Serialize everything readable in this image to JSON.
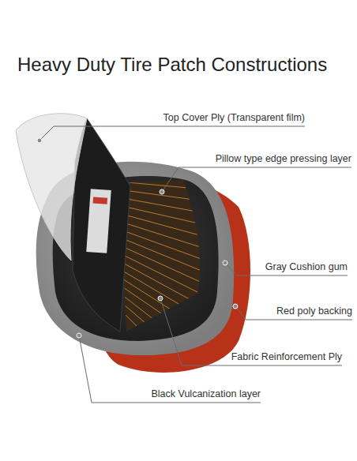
{
  "diagram": {
    "title": "Heavy Duty Tire Patch Constructions",
    "labels": [
      "Top Cover Ply (Transparent film)",
      "Pillow type edge pressing layer",
      "Gray Cushion gum",
      "Red poly backing",
      "Fabric Reinforcement Ply",
      "Black Vulcanization layer"
    ]
  }
}
